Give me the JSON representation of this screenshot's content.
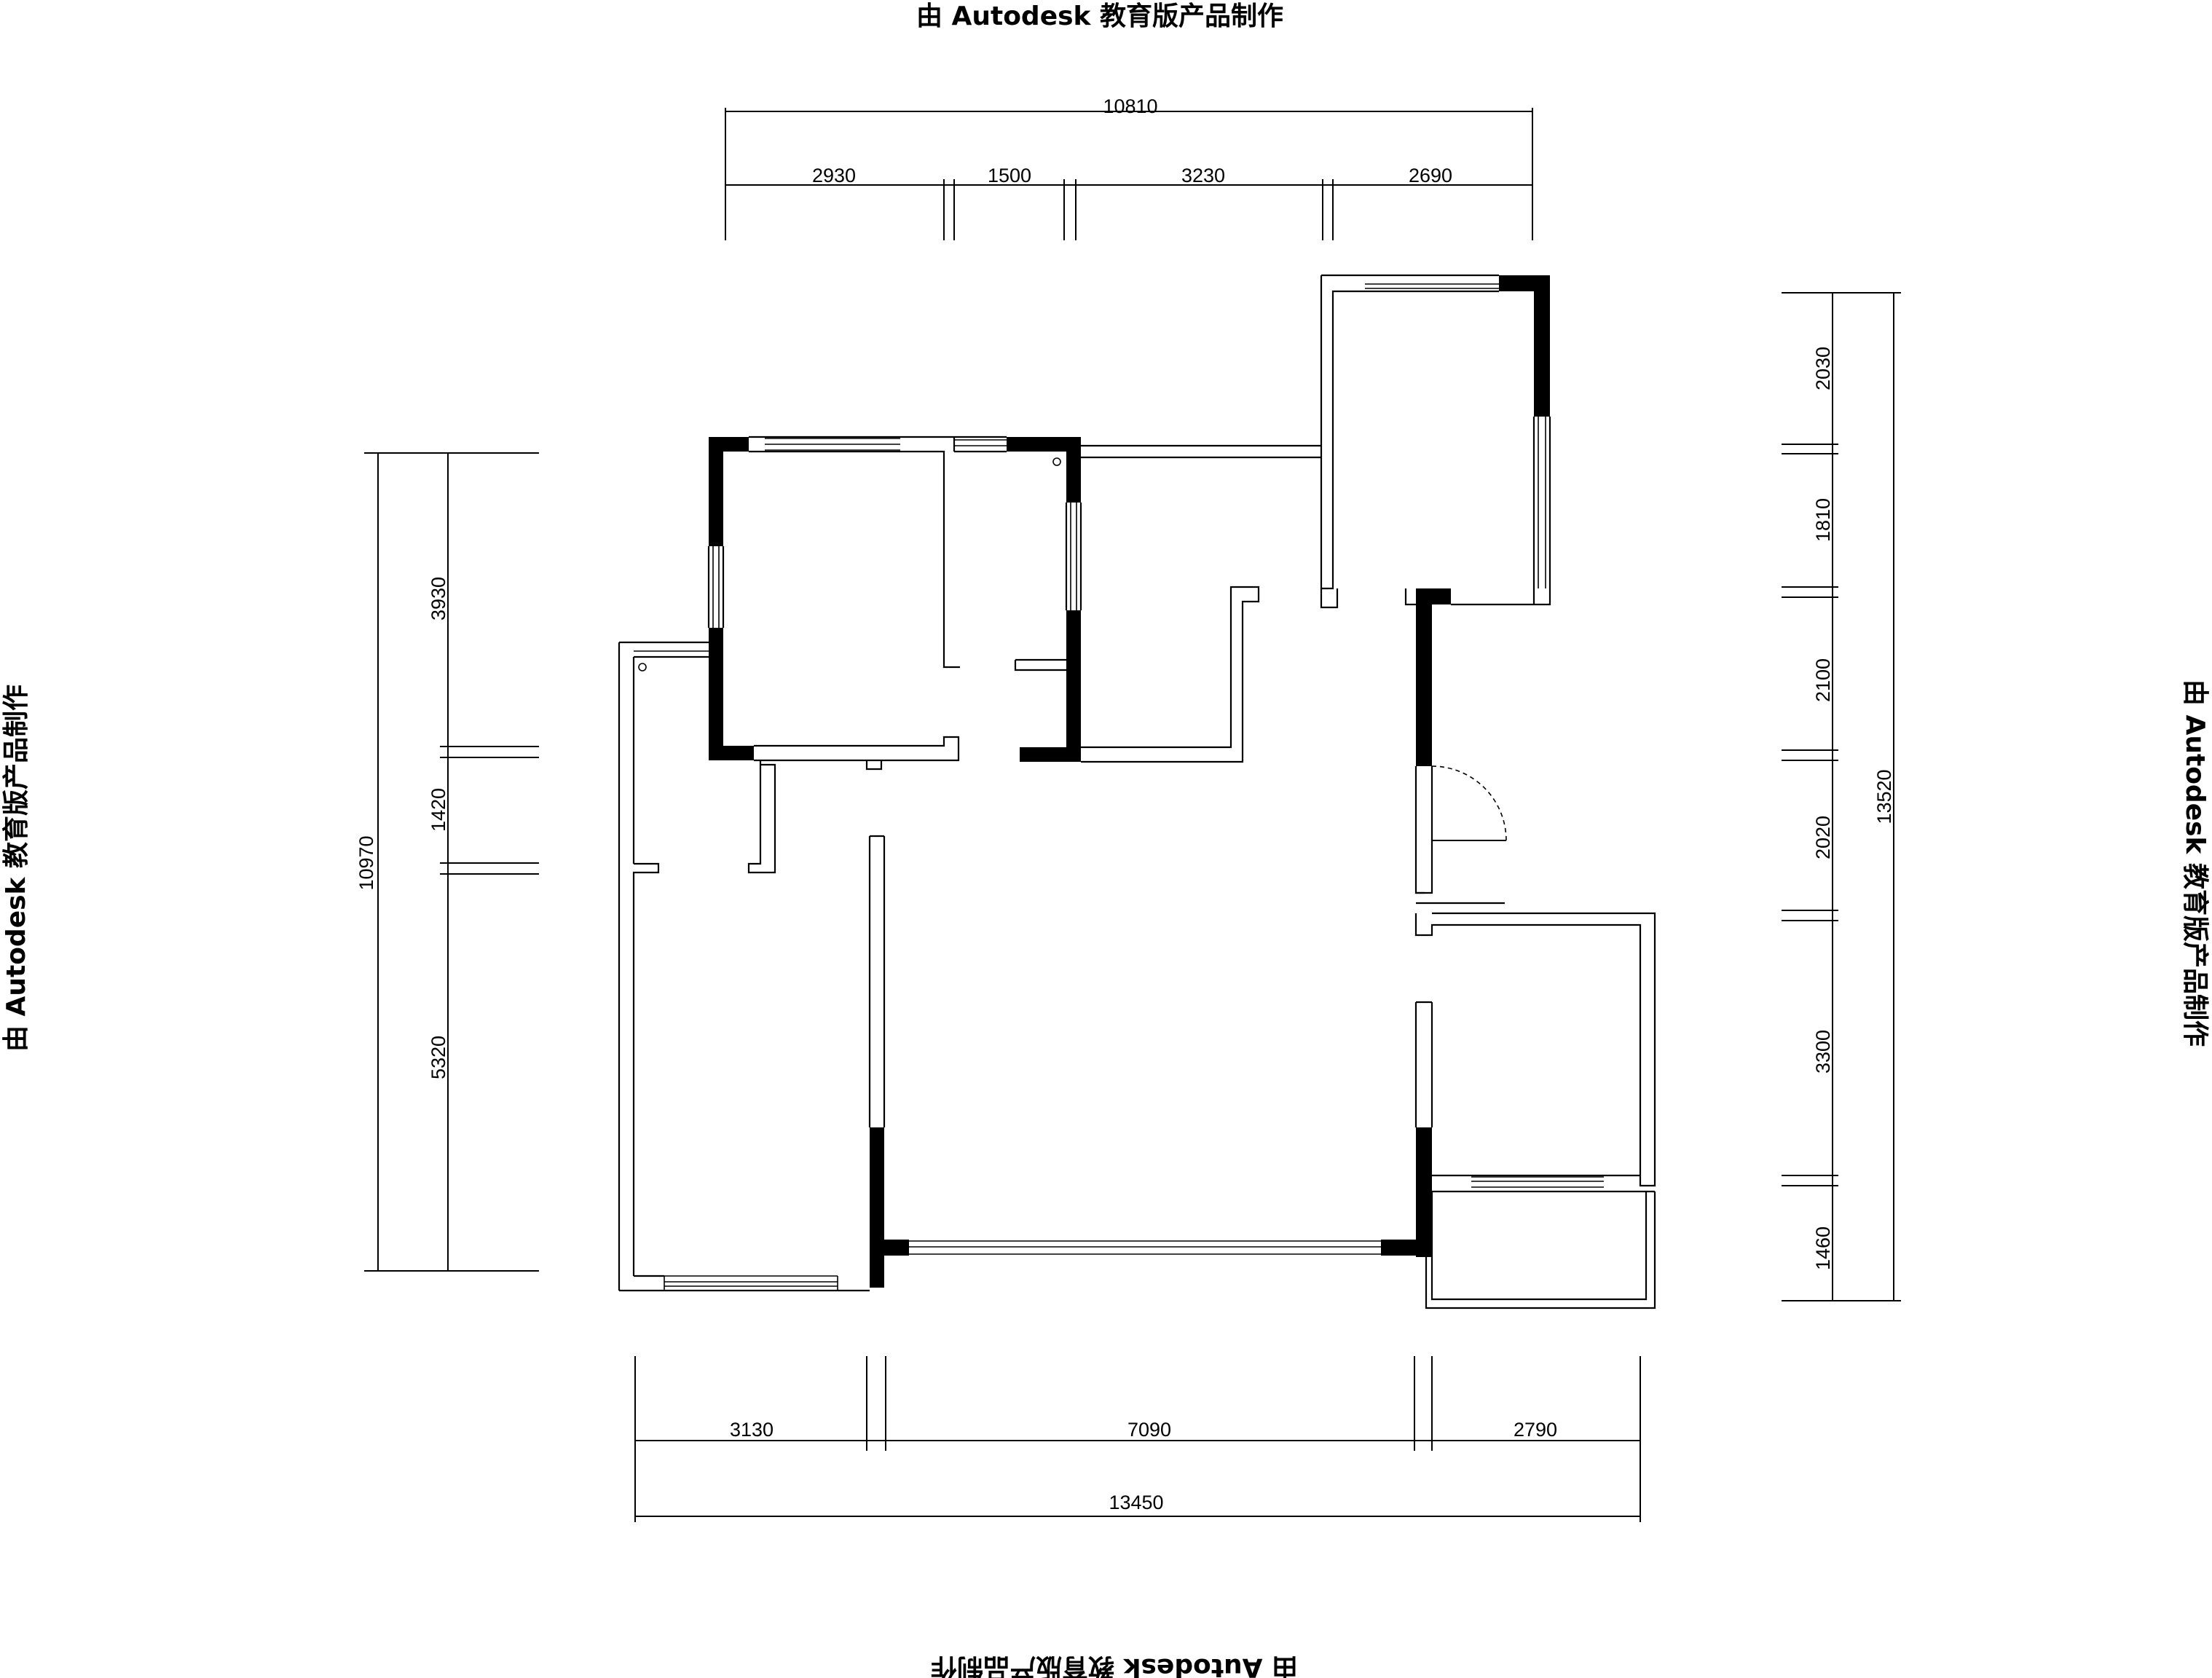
{
  "watermarks": {
    "top": "由 Autodesk 教育版产品制作",
    "bottom": "由 Autodesk 教育版产品制作",
    "left": "由 Autodesk 教育版产品制作",
    "right": "由 Autodesk 教育版产品制作"
  },
  "dimensions": {
    "top": {
      "total": "10810",
      "segments": [
        "2930",
        "1500",
        "3230",
        "2690"
      ]
    },
    "bottom": {
      "total": "13450",
      "segments": [
        "3130",
        "7090",
        "2790"
      ]
    },
    "left": {
      "total": "10970",
      "segments": [
        "3930",
        "1420",
        "5320"
      ]
    },
    "right": {
      "total": "13520",
      "segments": [
        "2030",
        "1810",
        "2100",
        "2020",
        "3300",
        "1460"
      ]
    }
  },
  "colors": {
    "wall": "#000000",
    "background": "#ffffff"
  }
}
